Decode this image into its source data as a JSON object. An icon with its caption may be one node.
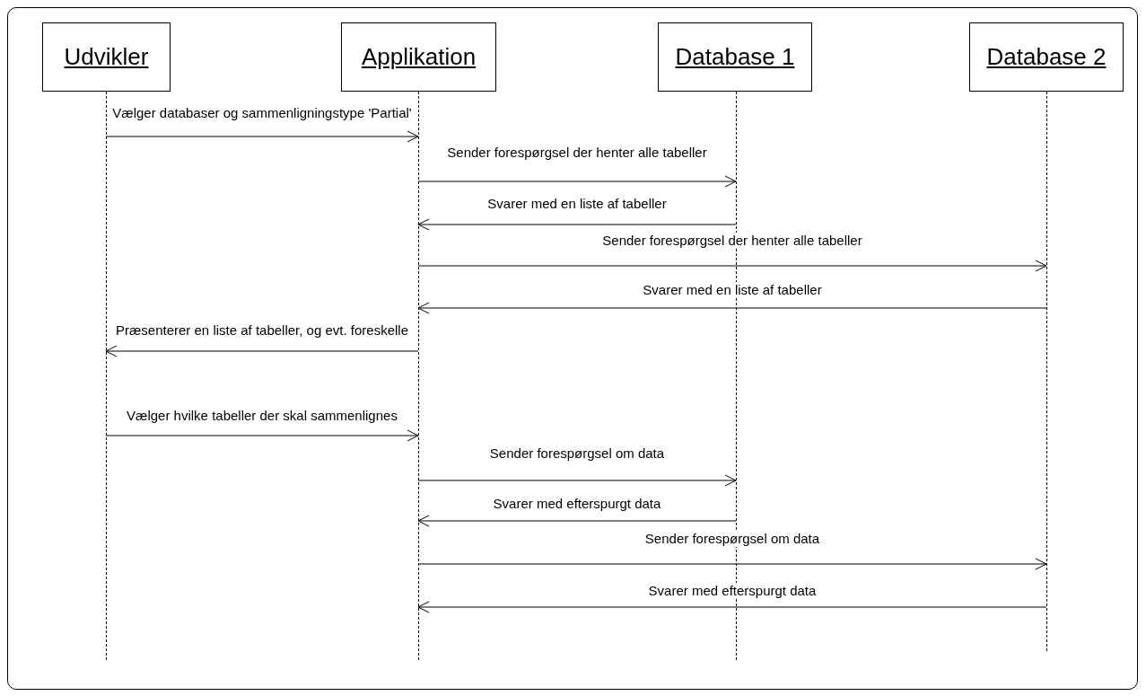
{
  "diagram": {
    "nodes": [
      {
        "text": [
          "Udvikler"
        ]
      },
      {
        "text": [
          "Applikation"
        ]
      },
      {
        "text": [
          "Database 1"
        ]
      },
      {
        "text": [
          "Database 2"
        ]
      },
      {
        "text": [],
        "shape": "bar"
      },
      {
        "text": [],
        "shape": "bar"
      },
      {
        "text": [],
        "shape": "bar"
      },
      {
        "text": [],
        "shape": "bar"
      }
    ],
    "edges": [
      {
        "from": 4,
        "to": 5,
        "arrow": "to",
        "label": "Vælger databaser og sammenligningstype 'Partial'"
      },
      {
        "from": 5,
        "to": 6,
        "arrow": "to",
        "label": "Sender forespørgsel der henter alle tabeller"
      },
      {
        "from": 6,
        "to": 5,
        "arrow": "to",
        "label": "Svarer med en liste af tabeller"
      },
      {
        "from": 5,
        "to": 7,
        "arrow": "to",
        "label": "Sender forespørgsel der henter alle tabeller"
      },
      {
        "from": 7,
        "to": 5,
        "arrow": "to",
        "label": "Svarer med en liste af tabeller"
      },
      {
        "from": 5,
        "to": 4,
        "arrow": "to",
        "label": "Præsenterer en liste af tabeller, og evt. foreskelle"
      },
      {
        "from": 4,
        "to": 5,
        "arrow": "to",
        "label": "Vælger hvilke tabeller der skal sammenlignes"
      },
      {
        "from": 5,
        "to": 6,
        "arrow": "to",
        "label": "Sender forespørgsel om data"
      },
      {
        "from": 6,
        "to": 5,
        "arrow": "to",
        "label": "Svarer med efterspurgt data"
      },
      {
        "from": 5,
        "to": 7,
        "arrow": "to",
        "label": "Sender forespørgsel om data"
      },
      {
        "from": 7,
        "to": 5,
        "arrow": "to",
        "label": "Svarer med efterspurgt data"
      }
    ]
  }
}
